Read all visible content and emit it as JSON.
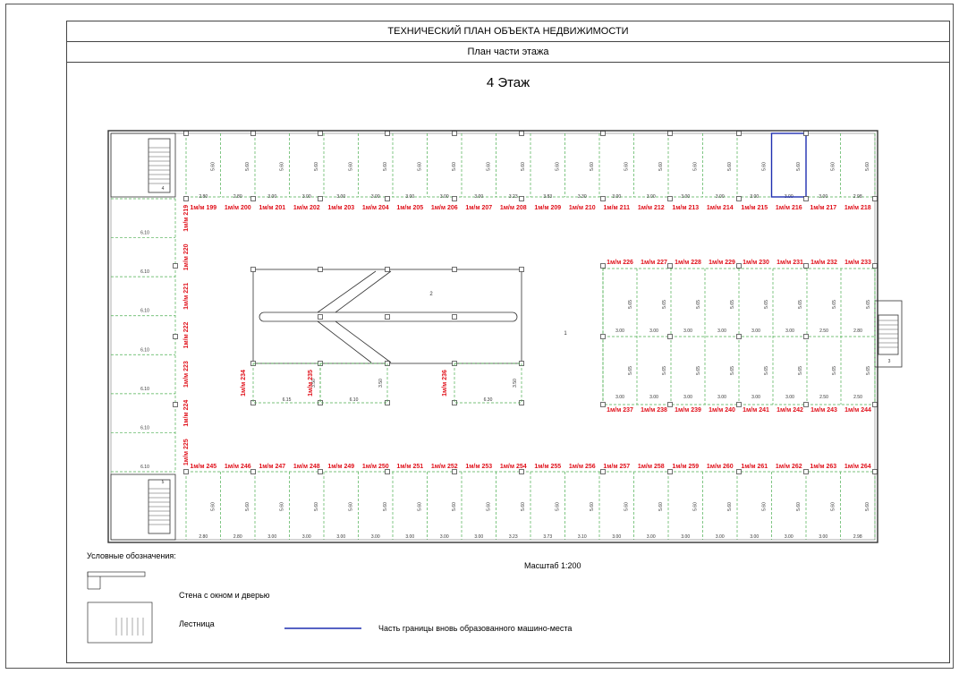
{
  "header": {
    "title": "ТЕХНИЧЕСКИЙ ПЛАН ОБЪЕКТА НЕДВИЖИМОСТИ",
    "subtitle": "План части этажа"
  },
  "floor": {
    "title": "4 Этаж"
  },
  "scale": "Масштаб 1:200",
  "legend": {
    "title": "Условные обозначения:",
    "wall": "Стена с окном и дверью",
    "stair": "Лестница",
    "boundary": "Часть границы вновь образованного машино-места"
  },
  "colors": {
    "label": "#e0101a",
    "dashed": "#4caf50",
    "boundary": "#1f2fb0",
    "wall": "#333333"
  },
  "plan": {
    "top_row": {
      "labels": [
        "1м/м 199",
        "1м/м 200",
        "1м/м 201",
        "1м/м 202",
        "1м/м 203",
        "1м/м 204",
        "1м/м 205",
        "1м/м 206",
        "1м/м 207",
        "1м/м 208",
        "1м/м 209",
        "1м/м 210",
        "1м/м 211",
        "1м/м 212",
        "1м/м 213",
        "1м/м 214",
        "1м/м 215",
        "1м/м 216",
        "1м/м 217",
        "1м/м 218"
      ],
      "widths": [
        "2.80",
        "2.80",
        "3.00",
        "3.00",
        "3.00",
        "3.00",
        "3.00",
        "3.00",
        "3.00",
        "3.23",
        "3.83",
        "3.30",
        "3.00",
        "3.00",
        "3.00",
        "3.00",
        "3.00",
        "3.00",
        "3.00",
        "2.98"
      ]
    },
    "bottom_row": {
      "labels": [
        "1м/м 245",
        "1м/м 246",
        "1м/м 247",
        "1м/м 248",
        "1м/м 249",
        "1м/м 250",
        "1м/м 251",
        "1м/м 252",
        "1м/м 253",
        "1м/м 254",
        "1м/м 255",
        "1м/м 256",
        "1м/м 257",
        "1м/м 258",
        "1м/м 259",
        "1м/м 260",
        "1м/м 261",
        "1м/м 262",
        "1м/м 263",
        "1м/м 264"
      ],
      "widths": [
        "2.80",
        "2.80",
        "3.00",
        "3.00",
        "3.00",
        "3.00",
        "3.00",
        "3.00",
        "3.00",
        "3.23",
        "3.73",
        "3.10",
        "3.00",
        "3.00",
        "3.00",
        "3.00",
        "3.00",
        "3.00",
        "3.00",
        "2.98"
      ]
    },
    "left_col": {
      "labels": [
        "1м/м 219",
        "1м/м 220",
        "1м/м 221",
        "1м/м 222",
        "1м/м 223",
        "1м/м 224",
        "1м/м 225"
      ],
      "widths": [
        "6.10",
        "6.10",
        "6.10",
        "6.10",
        "6.10",
        "6.10",
        "6.10"
      ]
    },
    "right_upper": {
      "labels": [
        "1м/м 226",
        "1м/м 227",
        "1м/м 228",
        "1м/м 229",
        "1м/м 230",
        "1м/м 231",
        "1м/м 232",
        "1м/м 233"
      ],
      "widths": [
        "3.00",
        "3.00",
        "3.00",
        "3.00",
        "3.00",
        "3.00",
        "2.50",
        "2.80"
      ]
    },
    "right_lower": {
      "labels": [
        "1м/м 237",
        "1м/м 238",
        "1м/м 239",
        "1м/м 240",
        "1м/м 241",
        "1м/м 242",
        "1м/м 243",
        "1м/м 244"
      ],
      "widths": [
        "3.00",
        "3.00",
        "3.00",
        "3.00",
        "3.00",
        "3.00",
        "2.50",
        "2.50"
      ]
    },
    "center_labels": [
      "1м/м 234",
      "1м/м 235",
      "1м/м 236"
    ],
    "center_widths": [
      "6.15",
      "6.10",
      "6.30"
    ],
    "side_lengths": {
      "top": "5.60",
      "center": "3.50",
      "right": "5.65"
    },
    "room_numbers": [
      "1",
      "2",
      "3",
      "4",
      "5"
    ]
  }
}
